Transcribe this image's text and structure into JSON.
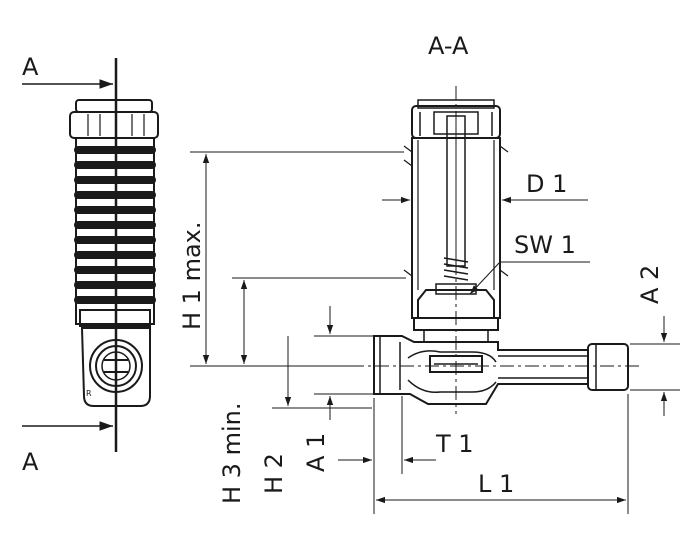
{
  "drawing": {
    "section_title": "A-A",
    "section_marker_top": "A",
    "section_marker_bottom": "A",
    "labels": {
      "d1": "D 1",
      "sw1": "SW 1",
      "a2": "A 2",
      "h1": "H 1 max.",
      "h3": "H 3 min.",
      "h2": "H 2",
      "a1": "A 1",
      "t1": "T 1",
      "l1": "L 1"
    },
    "colors": {
      "ink": "#1a1a1a",
      "background": "#ffffff"
    }
  }
}
